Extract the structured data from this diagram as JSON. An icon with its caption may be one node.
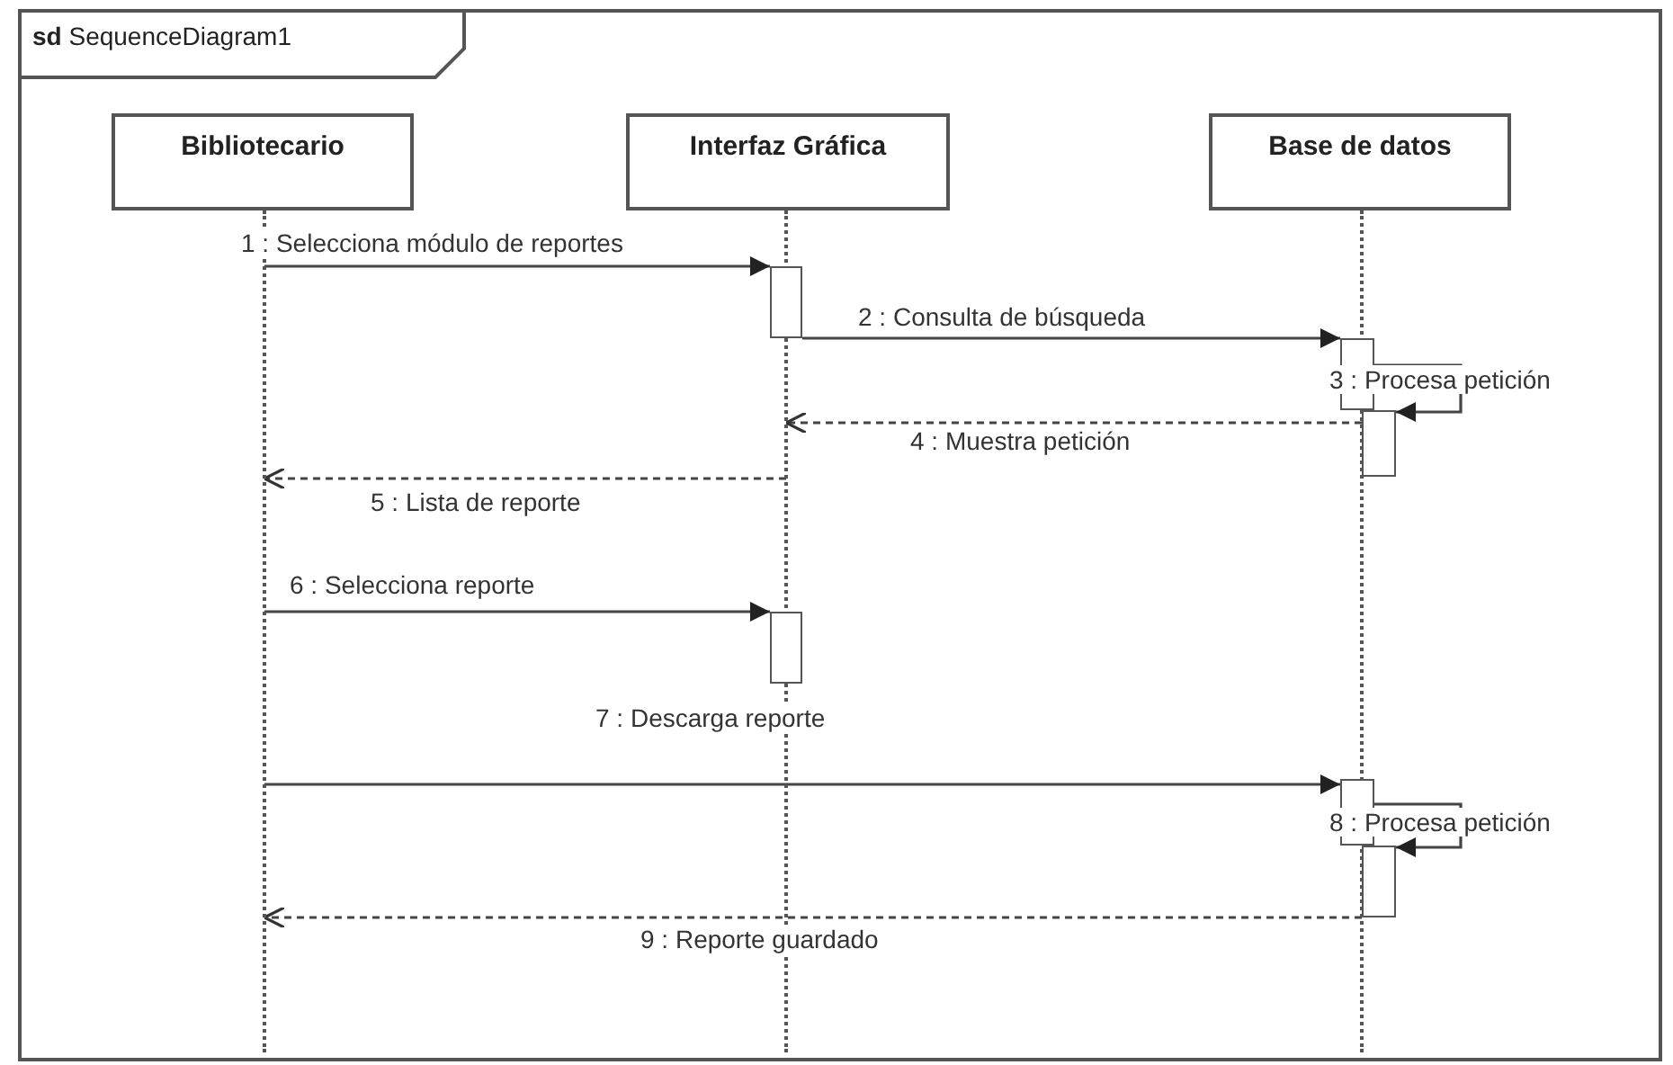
{
  "diagram": {
    "nodes": [
      {
        "text": [
          "**sd** SequenceDiagram1"
        ]
      },
      {
        "text": [
          "Bibliotecario"
        ],
        "in": 0
      },
      {
        "text": [
          "Interfaz Gráfica"
        ],
        "in": 0
      },
      {
        "text": [
          "Base de datos"
        ],
        "in": 0
      },
      {
        "text": [],
        "shape": "line",
        "in": 0
      },
      {
        "text": [],
        "shape": "line",
        "in": 0
      },
      {
        "text": [],
        "shape": "line",
        "in": 0
      },
      {
        "text": [],
        "shape": "bar",
        "in": 0
      },
      {
        "text": [],
        "shape": "bar",
        "in": 0
      },
      {
        "text": [],
        "shape": "bar",
        "in": 0
      },
      {
        "text": [],
        "shape": "bar",
        "in": 0
      },
      {
        "text": [],
        "shape": "bar",
        "in": 0
      },
      {
        "text": [],
        "shape": "bar",
        "in": 0
      }
    ],
    "edges": [
      {
        "from": 4,
        "to": 7,
        "arrow": "to",
        "label": "1 : Selecciona módulo de reportes"
      },
      {
        "from": 7,
        "to": 8,
        "arrow": "to",
        "label": "2 : Consulta de búsqueda"
      },
      {
        "from": 8,
        "to": 9,
        "arrow": "to",
        "label": "3 : Procesa petición"
      },
      {
        "from": 9,
        "to": 5,
        "arrow": "to",
        "style": "dashed",
        "label": "4 : Muestra petición"
      },
      {
        "from": 5,
        "to": 4,
        "arrow": "to",
        "style": "dashed",
        "label": "5 : Lista de reporte"
      },
      {
        "from": 4,
        "to": 10,
        "arrow": "to",
        "label": "6 : Selecciona reporte"
      },
      {
        "from": 4,
        "to": 11,
        "arrow": "to",
        "label": "7 : Descarga reporte"
      },
      {
        "from": 11,
        "to": 12,
        "arrow": "to",
        "label": "8 : Procesa petición"
      },
      {
        "from": 12,
        "to": 4,
        "arrow": "to",
        "style": "dashed",
        "label": "9 : Reporte guardado"
      }
    ]
  }
}
